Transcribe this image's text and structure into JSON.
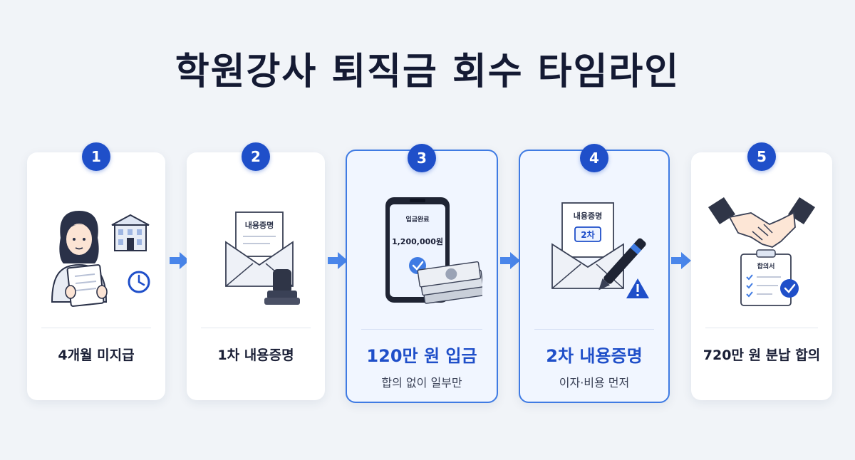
{
  "title": "학원강사 퇴직금 회수 타임라인",
  "steps": [
    {
      "number": "1",
      "label": "4개월 미지급",
      "sub": "",
      "icon": "person-reading-document-icon"
    },
    {
      "number": "2",
      "label": "1차 내용증명",
      "sub": "",
      "icon": "certified-letter-stamp-icon",
      "doc_text": "내용증명"
    },
    {
      "number": "3",
      "label": "120만 원 입금",
      "sub": "합의 없이 일부만",
      "icon": "phone-deposit-cash-icon",
      "phone_title": "입금완료",
      "phone_amount": "1,200,000원"
    },
    {
      "number": "4",
      "label": "2차 내용증명",
      "sub": "이자·비용 먼저",
      "icon": "second-letter-pen-warning-icon",
      "doc_text": "내용증명",
      "doc_tag": "2차"
    },
    {
      "number": "5",
      "label": "720만 원 분납 합의",
      "sub": "",
      "icon": "handshake-agreement-icon",
      "doc_text": "합의서"
    }
  ],
  "colors": {
    "accent": "#1f4fc9",
    "arrow": "#4a86ea",
    "warning": "#1f4fc9"
  }
}
